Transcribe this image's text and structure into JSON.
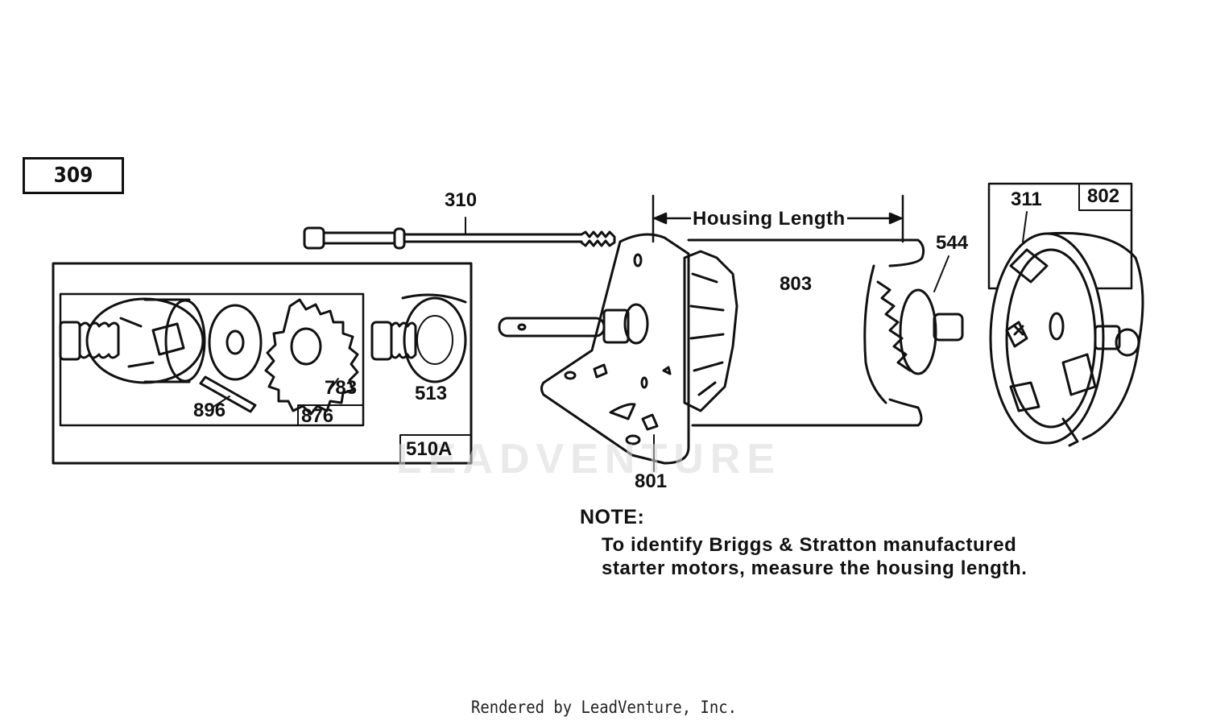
{
  "diagram": {
    "group_label": "309",
    "parts": {
      "p310": "310",
      "p311": "311",
      "p802": "802",
      "p544": "544",
      "p803": "803",
      "p801": "801",
      "p513": "513",
      "p783": "783",
      "p896": "896",
      "p876": "876",
      "p510a": "510A"
    },
    "dimension_label": "Housing Length",
    "note_heading": "NOTE:",
    "note_line1": "To identify Briggs & Stratton manufactured",
    "note_line2": "starter motors, measure the housing length.",
    "watermark": "LEADVENTURE"
  },
  "footer": "Rendered by LeadVenture, Inc."
}
